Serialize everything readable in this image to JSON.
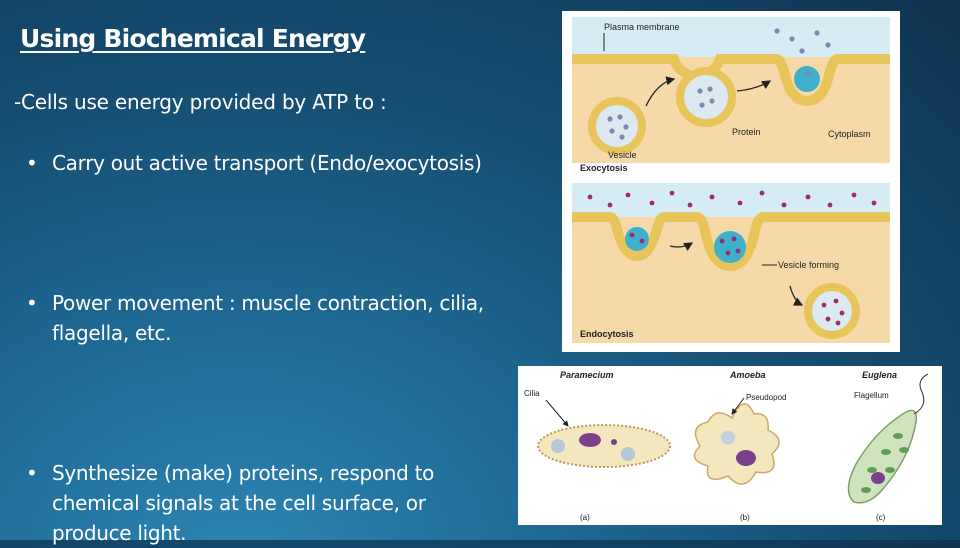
{
  "slide": {
    "title": "Using Biochemical Energy",
    "intro": "-Cells use energy provided by ATP to :",
    "bullet_symbol": "•",
    "bullets": [
      "Carry out active transport (Endo/exocytosis)",
      "Power movement : muscle contraction, cilia, flagella, etc.",
      "Synthesize (make) proteins, respond to chemical signals at the cell surface, or produce light."
    ]
  },
  "figure_transport": {
    "labels": {
      "plasma_membrane": "Plasma membrane",
      "vesicle": "Vesicle",
      "protein": "Protein",
      "cytoplasm": "Cytoplasm",
      "exocytosis": "Exocytosis",
      "vesicle_forming": "Vesicle forming",
      "endocytosis": "Endocytosis"
    },
    "colors": {
      "cytoplasm": "#f6d9a8",
      "fluid": "#d6ecf4",
      "membrane": "#e8c55a",
      "particle": "#9a2f6e"
    }
  },
  "figure_organisms": {
    "labels": {
      "paramecium": "Paramecium",
      "amoeba": "Amoeba",
      "euglena": "Euglena",
      "cilia": "Cilia",
      "pseudopod": "Pseudopod",
      "flagellum": "Flagellum",
      "panel_a": "(a)",
      "panel_b": "(b)",
      "panel_c": "(c)"
    }
  }
}
